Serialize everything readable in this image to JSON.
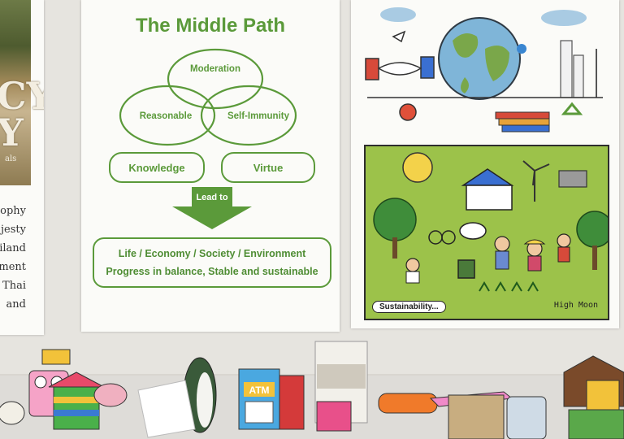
{
  "left_poster": {
    "big_letters": [
      "CY",
      "Y"
    ],
    "small_word": "als",
    "lines": [
      "ophy",
      "jesty",
      "iland",
      "ment",
      "Thai",
      "and"
    ]
  },
  "middle_path": {
    "title": "The Middle Path",
    "circles": [
      "Moderation",
      "Reasonable",
      "Self-Immunity"
    ],
    "conditions": [
      "Knowledge",
      "Virtue"
    ],
    "arrow_label": "Lead to",
    "outcome_lines": [
      "Life / Economy / Society / Environment",
      "Progress in balance, Stable and sustainable"
    ]
  },
  "sustainability_poster": {
    "label": "Sustainability...",
    "signature": "High Moon"
  },
  "display_table": {
    "atm_label": "ATM"
  },
  "colors": {
    "accent_green": "#5b9a3a",
    "illustration_green": "#9cc24a"
  }
}
